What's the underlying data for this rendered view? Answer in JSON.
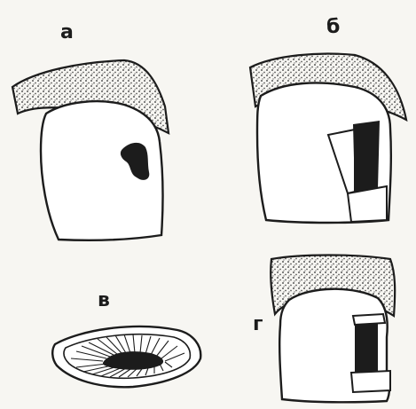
{
  "labels": {
    "a": "а",
    "b": "б",
    "v": "в",
    "g": "г"
  },
  "colors": {
    "ink": "#1c1c1c",
    "paper": "#f7f6f2",
    "fill": "#ffffff",
    "stipple": "#5a5a5a"
  }
}
